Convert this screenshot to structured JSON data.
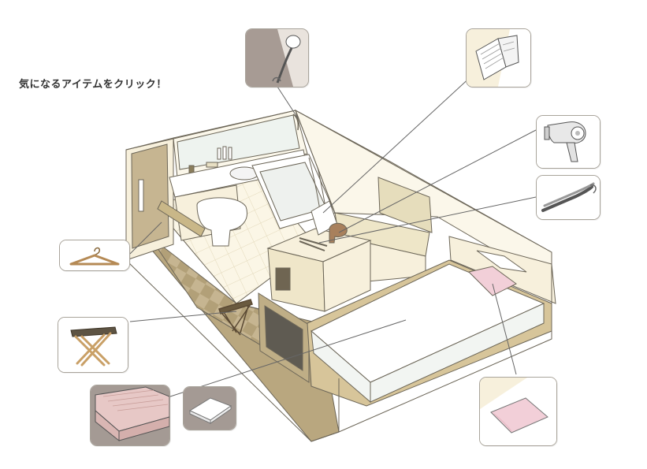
{
  "page": {
    "prompt": "気になるアイテムをクリック！"
  },
  "colors": {
    "floor_dark": "#c6b591",
    "floor_checker": "#b2a078",
    "wall_cream": "#f7f0dc",
    "line": "#6c6658",
    "sofa": "#e6ddbc",
    "bed_frame": "#d7c59a",
    "thumb_border": "#a9a49b",
    "pillow_pink": "#f2cfd8"
  },
  "items": [
    {
      "id": "shower",
      "icon": "shower-head-icon"
    },
    {
      "id": "book",
      "icon": "open-book-icon"
    },
    {
      "id": "hairdryer",
      "icon": "hair-dryer-icon"
    },
    {
      "id": "hair-iron",
      "icon": "hair-iron-icon"
    },
    {
      "id": "hanger",
      "icon": "hanger-icon"
    },
    {
      "id": "luggage-rack",
      "icon": "luggage-rack-icon"
    },
    {
      "id": "mattress",
      "icon": "mattress-icon"
    },
    {
      "id": "towel",
      "icon": "folded-towel-icon"
    },
    {
      "id": "pillow",
      "icon": "pillow-icon"
    }
  ]
}
